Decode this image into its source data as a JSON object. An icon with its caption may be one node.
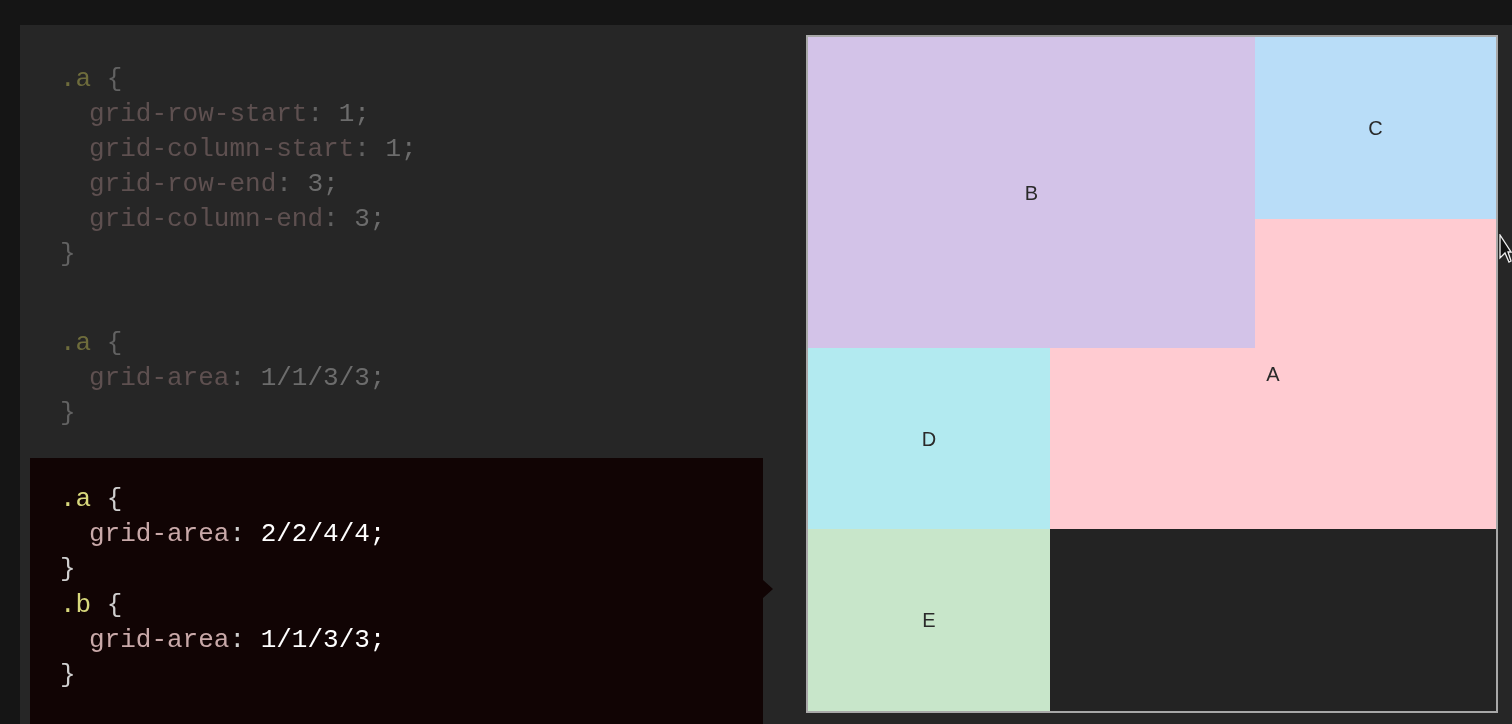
{
  "diagram": {
    "nodes": [
      {
        "text": [
          "B"
        ]
      },
      {
        "text": [
          "C"
        ]
      },
      {
        "text": [
          "A"
        ]
      },
      {
        "text": [
          "D"
        ]
      },
      {
        "text": [
          "E"
        ]
      }
    ],
    "edges": [],
    "labels": [
      ".a {",
      "grid-row-start: 1;",
      "grid-column-start: 1;",
      "grid-row-end: 3;",
      "grid-column-end: 3;",
      "}",
      ".a {",
      "grid-area: 1/1/3/3;",
      "}",
      ".a {",
      "grid-area: 2/2/4/4;",
      "}",
      ".b {",
      "grid-area: 1/1/3/3;",
      "}"
    ]
  }
}
